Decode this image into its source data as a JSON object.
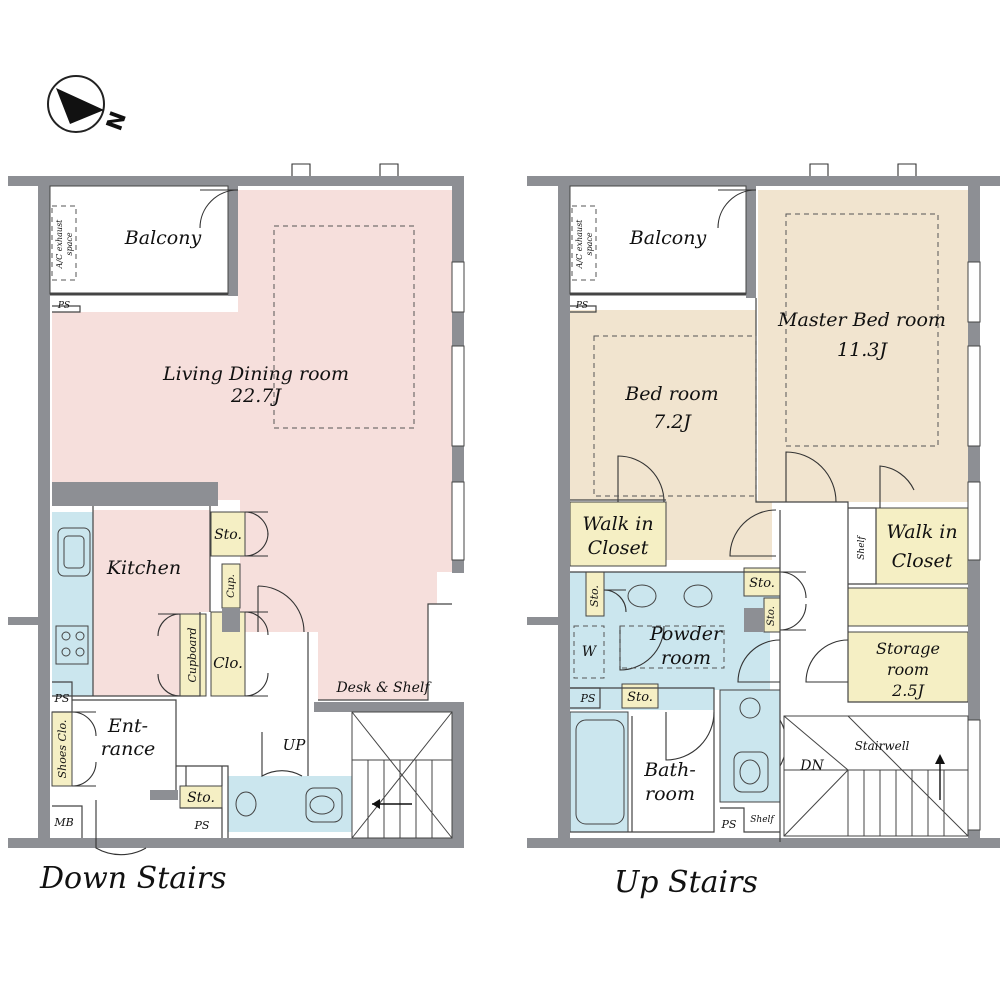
{
  "north_label": "N",
  "down": {
    "title": "Down Stairs",
    "balcony": "Balcony",
    "ac_line1": "A/C exhaust",
    "ac_line2": "space",
    "ps_top": "PS",
    "living_line1": "Living Dining room",
    "living_line2": "22.7J",
    "kitchen": "Kitchen",
    "sto_kitchen": "Sto.",
    "cup": "Cup.",
    "cupboard": "Cupboard",
    "clo": "Clo.",
    "desk": "Desk & Shelf",
    "ps_left": "PS",
    "entrance_line1": "Ent-",
    "entrance_line2": "rance",
    "shoes": "Shoes Clo.",
    "up": "UP",
    "sto_hall": "Sto.",
    "ps_bottom": "PS",
    "mb": "MB"
  },
  "up": {
    "title": "Up Stairs",
    "balcony": "Balcony",
    "ac_line1": "A/C exhaust",
    "ac_line2": "space",
    "ps_top": "PS",
    "bed_line1": "Bed room",
    "bed_line2": "7.2J",
    "master_line1": "Master Bed room",
    "master_line2": "11.3J",
    "wic1_line1": "Walk in",
    "wic1_line2": "Closet",
    "wic2_line1": "Walk in",
    "wic2_line2": "Closet",
    "shelf_left": "Shelf",
    "sto_a": "Sto.",
    "sto_b": "Sto.",
    "sto_c": "Sto.",
    "sto_d": "Sto.",
    "w": "W",
    "powder_line1": "Powder",
    "powder_line2": "room",
    "storage_line1": "Storage",
    "storage_line2": "room",
    "storage_line3": "2.5J",
    "ps_left": "PS",
    "bath_line1": "Bath-",
    "bath_line2": "room",
    "ps_bottom": "PS",
    "shelf_bottom": "Shelf",
    "dn": "DN",
    "stairwell": "Stairwell"
  },
  "colors": {
    "living": "#f6dfdc",
    "bedroom": "#f1e4cf",
    "storage": "#f5efc4",
    "wet": "#cbe6ee",
    "wall": "#8d8f94"
  }
}
